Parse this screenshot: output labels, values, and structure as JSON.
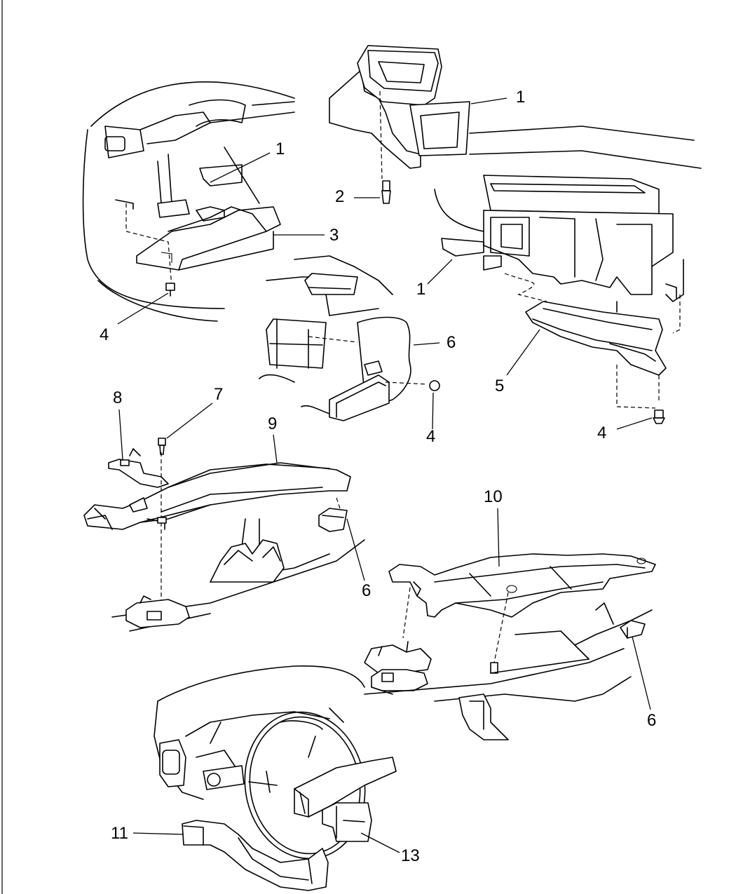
{
  "callouts": [
    {
      "id": "c1a",
      "text": "1"
    },
    {
      "id": "c1b",
      "text": "1"
    },
    {
      "id": "c1c",
      "text": "1"
    },
    {
      "id": "c2",
      "text": "2"
    },
    {
      "id": "c3",
      "text": "3"
    },
    {
      "id": "c4a",
      "text": "4"
    },
    {
      "id": "c4b",
      "text": "4"
    },
    {
      "id": "c4c",
      "text": "4"
    },
    {
      "id": "c5",
      "text": "5"
    },
    {
      "id": "c6a",
      "text": "6"
    },
    {
      "id": "c6b",
      "text": "6"
    },
    {
      "id": "c6c",
      "text": "6"
    },
    {
      "id": "c7",
      "text": "7"
    },
    {
      "id": "c8",
      "text": "8"
    },
    {
      "id": "c9",
      "text": "9"
    },
    {
      "id": "c10",
      "text": "10"
    },
    {
      "id": "c11",
      "text": "11"
    },
    {
      "id": "c13",
      "text": "13"
    }
  ]
}
